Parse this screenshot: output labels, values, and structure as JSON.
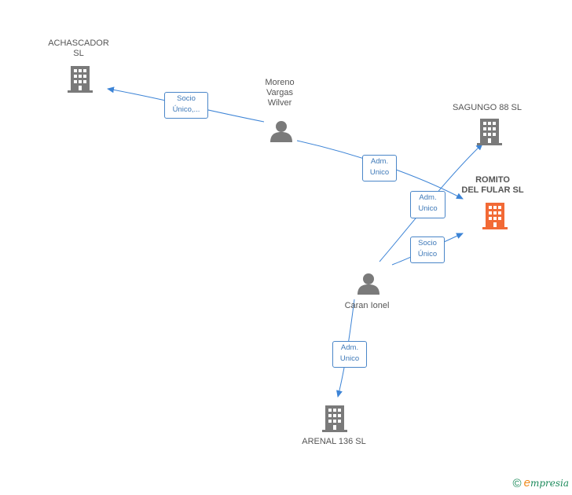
{
  "colors": {
    "edge": "#3d84d6",
    "company": "#7a7a7a",
    "focus_company": "#f26a36",
    "person": "#7a7a7a"
  },
  "nodes": {
    "achascador": {
      "label": "ACHASCADOR\nSL",
      "type": "company",
      "icon": "building-icon"
    },
    "moreno": {
      "label": "Moreno\nVargas\nWilver",
      "type": "person",
      "icon": "person-icon"
    },
    "sagungo": {
      "label": "SAGUNGO 88 SL",
      "type": "company",
      "icon": "building-icon"
    },
    "romito": {
      "label": "ROMITO\nDEL FULAR SL",
      "type": "focus-company",
      "icon": "building-icon"
    },
    "caran": {
      "label": "Caran Ionel",
      "type": "person",
      "icon": "person-icon"
    },
    "arenal": {
      "label": "ARENAL 136 SL",
      "type": "company",
      "icon": "building-icon"
    }
  },
  "edges": {
    "moreno_achascador": {
      "label": "Socio\nÚnico,..."
    },
    "moreno_romito": {
      "label": "Adm.\nUnico"
    },
    "caran_sagungo": {
      "label": "Adm.\nUnico"
    },
    "caran_romito": {
      "label": "Socio\nÚnico"
    },
    "caran_arenal": {
      "label": "Adm.\nUnico"
    }
  },
  "footer": {
    "copyright": "©",
    "brand_initial": "e",
    "brand_rest": "mpresia"
  }
}
